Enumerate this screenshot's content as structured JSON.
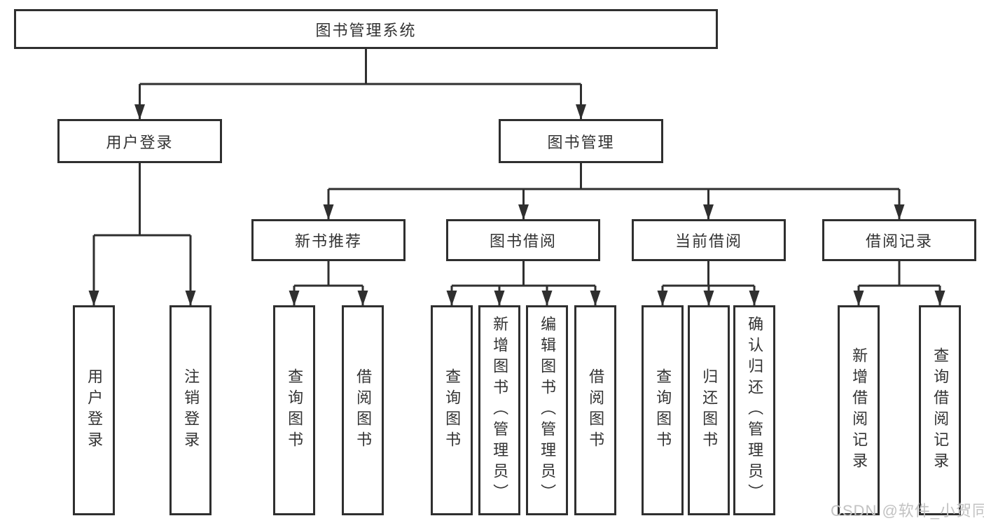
{
  "diagram": {
    "root": {
      "label": "图书管理系统"
    },
    "login": {
      "label": "用户登录",
      "children": [
        {
          "label": "用户登录"
        },
        {
          "label": "注销登录"
        }
      ]
    },
    "management": {
      "label": "图书管理",
      "sections": [
        {
          "label": "新书推荐",
          "children": [
            {
              "label": "查询图书"
            },
            {
              "label": "借阅图书"
            }
          ]
        },
        {
          "label": "图书借阅",
          "children": [
            {
              "label": "查询图书"
            },
            {
              "label": "新增图书（管理员）"
            },
            {
              "label": "编辑图书（管理员）"
            },
            {
              "label": "借阅图书"
            }
          ]
        },
        {
          "label": "当前借阅",
          "children": [
            {
              "label": "查询图书"
            },
            {
              "label": "归还图书"
            },
            {
              "label": "确认归还（管理员）"
            }
          ]
        },
        {
          "label": "借阅记录",
          "children": [
            {
              "label": "新增借阅记录"
            },
            {
              "label": "查询借阅记录"
            }
          ]
        }
      ]
    },
    "watermark": "CSDN @软件_小贺同学",
    "colors": {
      "line": "#2f2f2f",
      "text": "#333333",
      "background": "#ffffff",
      "watermark": "#c2c2c2"
    }
  }
}
